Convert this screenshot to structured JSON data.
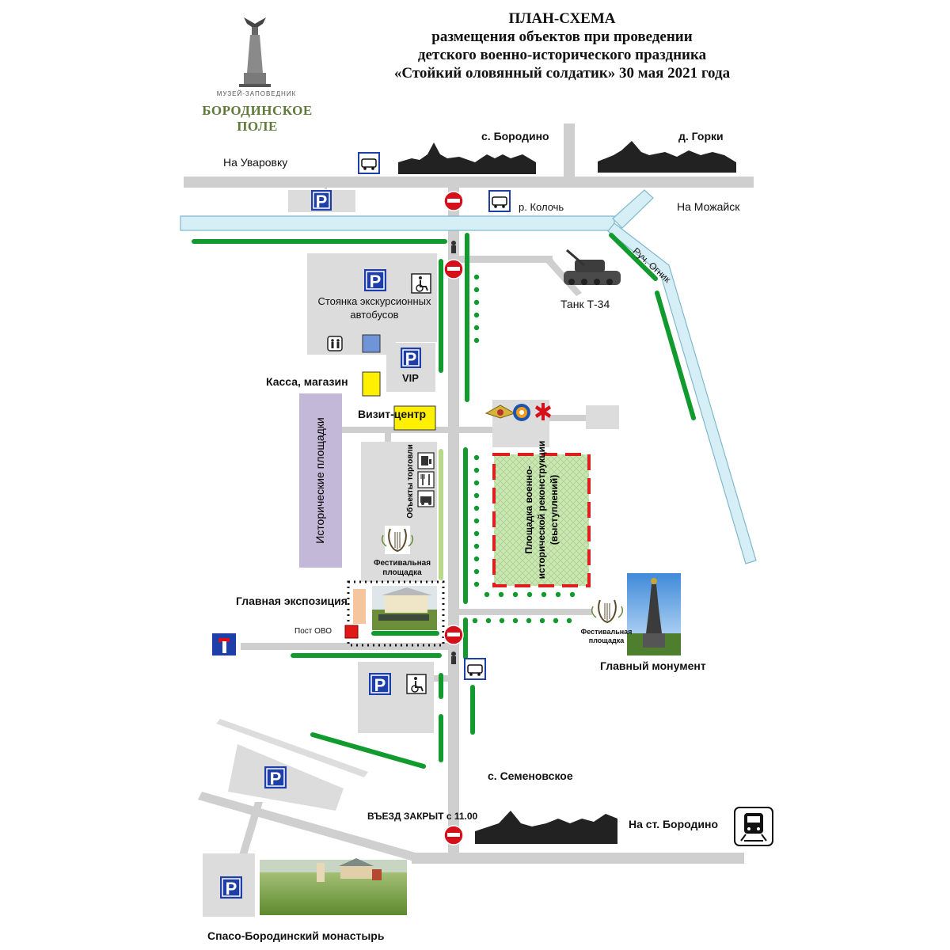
{
  "title": {
    "line1": "ПЛАН-СХЕМА",
    "line2": "размещения объектов при проведении",
    "line3": "детского военно-исторического праздника",
    "line4": "«Стойкий оловянный солдатик» 30 мая 2021 года"
  },
  "logo": {
    "small_text": "МУЗЕЙ-ЗАПОВЕДНИК",
    "name_line1": "БОРОДИНСКОЕ",
    "name_line2": "ПОЛЕ"
  },
  "labels": {
    "borodino_village": "с. Бородино",
    "gorki_village": "д. Горки",
    "to_uvarovka": "На Уваровку",
    "to_mozhaisk": "На Можайск",
    "kolocha_river": "р. Колочь",
    "ognik_stream": "Руч. Огник",
    "tank": "Танк Т-34",
    "bus_parking": "Стоянка экскурсионных автобусов",
    "vip": "VIP",
    "ticket_shop": "Касса, магазин",
    "visit_center": "Визит-центр",
    "historical_sites": "Исторические площадки",
    "trade_objects": "Объекты торговли",
    "reconstruction_site": "Площадка военно-исторической реконструкции (выступлений)",
    "festival_site": "Фестивальная площадка",
    "main_exposition": "Главная экспозиция",
    "security_post": "Пост ОВО",
    "festival_site_right": "Фестивальная площадка",
    "main_monument": "Главный монумент",
    "semenovskoe": "с. Семеновское",
    "entry_closed": "ВЪЕЗД ЗАКРЫТ с 11.00",
    "to_borodino_station": "На ст. Бородино",
    "monastery": "Спасо-Бородинский монастырь"
  },
  "icons": {
    "parking": "parking-icon",
    "wheelchair": "wheelchair-icon",
    "bus_stop": "bus-stop-icon",
    "no_entry": "no-entry-icon",
    "dead_end": "dead-end-icon",
    "train": "train-icon",
    "police": "police-emblem-icon",
    "rescue": "emergency-service-emblem-icon",
    "medical": "medical-star-icon",
    "restroom": "restroom-icon",
    "vending": "vending-icon",
    "cafe": "cafe-fork-knife-icon",
    "food_truck": "food-truck-icon",
    "lyre": "lyre-icon",
    "police_officer": "traffic-officer-icon"
  },
  "colors": {
    "road": "#cfcfcf",
    "river": "#d6eef5",
    "river_outline": "#7fb9cc",
    "green_strip": "#119a2e",
    "parking_blue": "#1e3ea8",
    "parking_area": "#dcdcdc",
    "history_purple": "#c4b8d8",
    "yellow": "#ffef00",
    "light_blue_square": "#6f95d8",
    "trade_strip": "#b8d98a",
    "reconstruction_fill": "#c9e6b3",
    "reconstruction_border": "#dd1f1f",
    "no_entry_red": "#d6101a"
  }
}
